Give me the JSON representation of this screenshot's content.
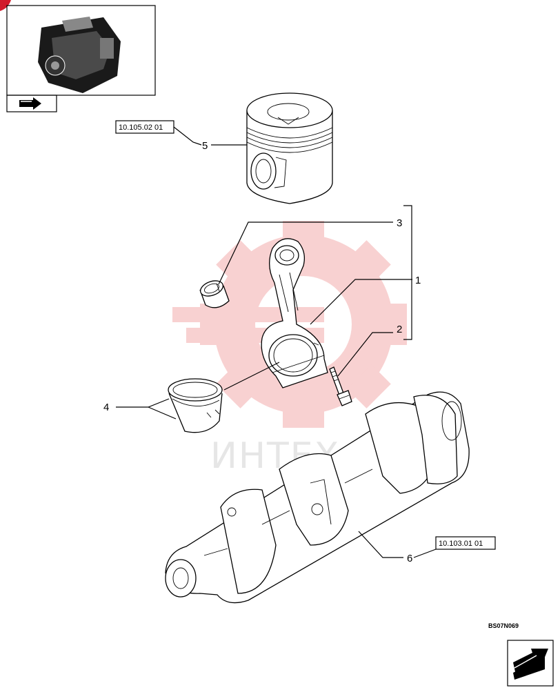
{
  "thumbnail": {
    "icon": "engine-thumbnail-icon",
    "nav_icon": "return-arrow-icon"
  },
  "references": {
    "piston": "10.105.02 01",
    "crankshaft": "10.103.01 01"
  },
  "callouts": [
    "1",
    "2",
    "3",
    "4",
    "5",
    "6"
  ],
  "drawing_code": "BS07N069",
  "watermark": "ИНТЕХ",
  "next_page_icon": "next-page-arrow-icon",
  "colors": {
    "watermark_red": "#f7c9c9",
    "watermark_text": "#e6e6e6",
    "corner_mark": "#d11a2a"
  }
}
